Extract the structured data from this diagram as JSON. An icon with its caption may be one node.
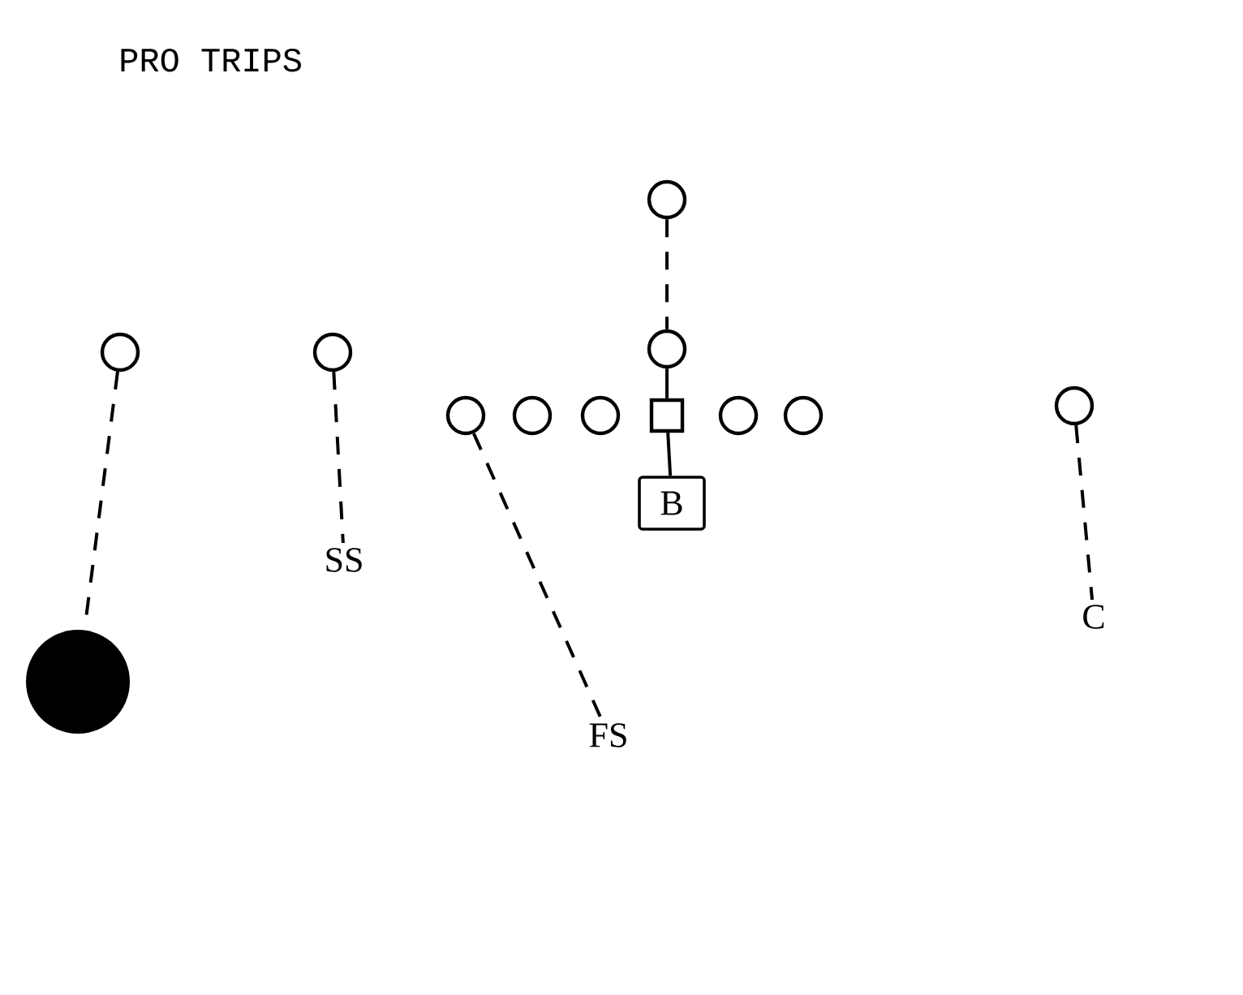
{
  "diagram": {
    "title": "PRO TRIPS",
    "nodes": [
      {
        "text": [],
        "shape": "circle"
      },
      {
        "text": [],
        "shape": "circle"
      },
      {
        "text": [],
        "shape": "circle"
      },
      {
        "text": [],
        "shape": "circle"
      },
      {
        "text": [],
        "shape": "circle"
      },
      {
        "text": [],
        "shape": "box"
      },
      {
        "text": [],
        "shape": "circle"
      },
      {
        "text": [],
        "shape": "circle"
      },
      {
        "text": [],
        "shape": "circle"
      },
      {
        "text": [],
        "shape": "circle"
      },
      {
        "text": [],
        "shape": "circle"
      },
      {
        "text": [
          "B"
        ]
      },
      {
        "text": [
          "SS"
        ]
      },
      {
        "text": [
          "FS"
        ]
      },
      {
        "text": [
          "C"
        ]
      },
      {
        "text": [],
        "shape": "dot"
      }
    ],
    "edges": [
      {
        "from": 0,
        "to": 15,
        "arrow": "none",
        "style": "dashed"
      },
      {
        "from": 1,
        "to": 12,
        "arrow": "none",
        "style": "dashed"
      },
      {
        "from": 2,
        "to": 13,
        "arrow": "none",
        "style": "dashed"
      },
      {
        "from": 9,
        "to": 10,
        "arrow": "none",
        "style": "dashed"
      },
      {
        "from": 10,
        "to": 5,
        "arrow": "none"
      },
      {
        "from": 5,
        "to": 11,
        "arrow": "none"
      },
      {
        "from": 8,
        "to": 14,
        "arrow": "none",
        "style": "dashed"
      }
    ]
  }
}
